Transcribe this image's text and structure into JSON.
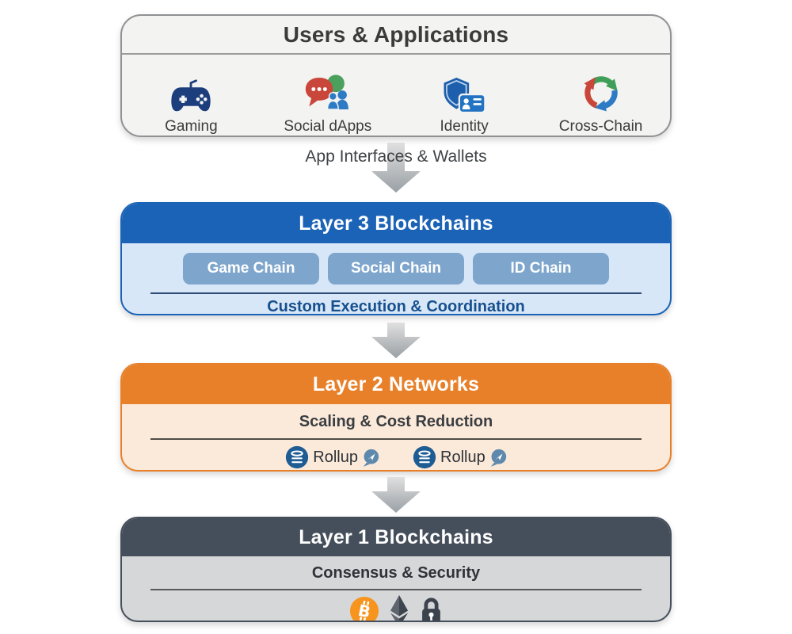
{
  "diagram": {
    "users_box": {
      "title": "Users & Applications",
      "items": [
        {
          "label": "Gaming",
          "icon": "gamepad-icon"
        },
        {
          "label": "Social dApps",
          "icon": "social-dapps-icon"
        },
        {
          "label": "Identity",
          "icon": "identity-shield-icon"
        },
        {
          "label": "Cross-Chain",
          "icon": "cross-chain-cycle-icon"
        }
      ]
    },
    "connector_label": "App Interfaces & Wallets",
    "layer3": {
      "title": "Layer 3 Blockchains",
      "chips": [
        {
          "label": "Game Chain"
        },
        {
          "label": "Social Chain"
        },
        {
          "label": "ID Chain"
        }
      ],
      "caption": "Custom Execution & Coordination"
    },
    "layer2": {
      "title": "Layer 2 Networks",
      "caption": "Scaling & Cost Reduction",
      "rollups": [
        {
          "label": "Rollup",
          "icons": [
            "rollup-stack-icon",
            "rollup-send-icon"
          ]
        },
        {
          "label": "Rollup",
          "icons": [
            "rollup-stack-icon",
            "rollup-send-icon"
          ]
        }
      ]
    },
    "layer1": {
      "title": "Layer 1 Blockchains",
      "caption": "Consensus & Security",
      "icons": [
        "bitcoin-icon",
        "ethereum-icon",
        "lock-icon"
      ]
    },
    "colors": {
      "layer3_header": "#1b63b6",
      "layer3_body": "#d8e7f7",
      "layer3_chip": "#7ea6cd",
      "layer2_header": "#e8802a",
      "layer2_body": "#fbead9",
      "layer1_header": "#454f5b",
      "layer1_body": "#d6d7d9",
      "bitcoin_orange": "#f7941d",
      "rollup_blue": "#1e5c94",
      "arrow_gray": "#9aa0a5",
      "gamepad_navy": "#1c3e7d"
    }
  }
}
